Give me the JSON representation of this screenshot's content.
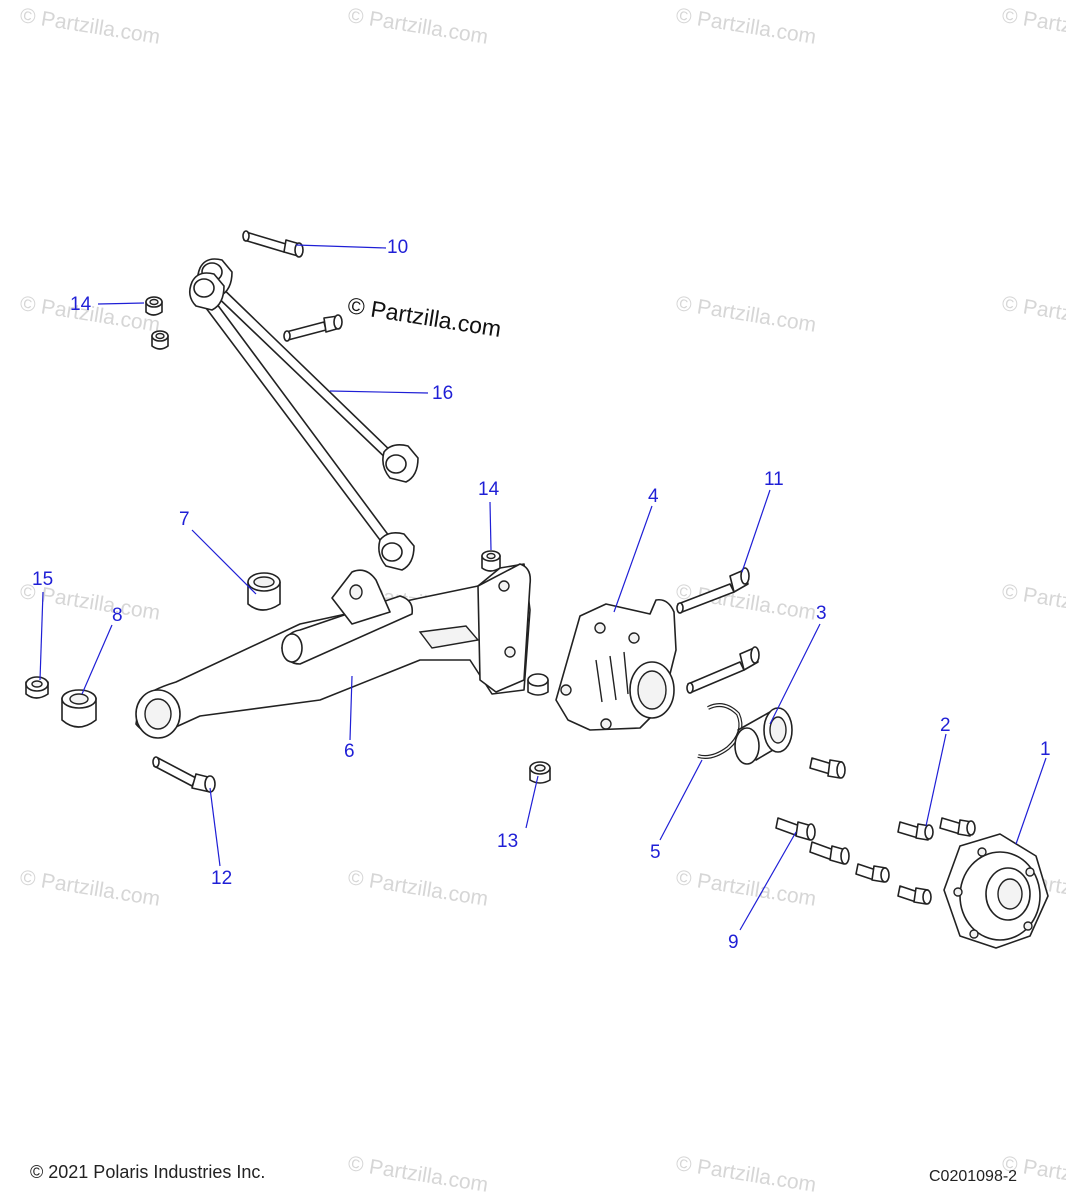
{
  "watermark_text": "© Partzilla.com",
  "center_watermark": "© Partzilla.com",
  "copyright": "© 2021 Polaris Industries Inc.",
  "diagram_code": "C0201098-2",
  "callouts": {
    "c1": "1",
    "c2": "2",
    "c3": "3",
    "c4": "4",
    "c5": "5",
    "c6": "6",
    "c7": "7",
    "c8": "8",
    "c9": "9",
    "c10": "10",
    "c11": "11",
    "c12": "12",
    "c13": "13",
    "c14a": "14",
    "c14b": "14",
    "c15": "15",
    "c16": "16"
  },
  "colors": {
    "callout": "#1f1fd6",
    "watermark": "#d6d6d6",
    "line": "#222222"
  }
}
